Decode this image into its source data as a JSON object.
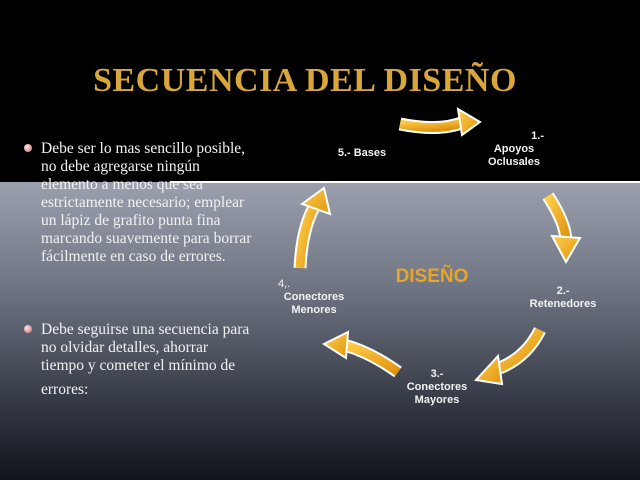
{
  "slide": {
    "title": "SECUENCIA DEL DISEÑO",
    "bullets": [
      {
        "text": "Debe ser lo mas sencillo posible, no debe agregarse ningún elemento a menos que sea estrictamente necesario; emplear un lápiz de grafito punta fina marcando suavemente para borrar fácilmente en caso de errores."
      },
      {
        "text": "Debe seguirse una secuencia para no olvidar detalles, ahorrar tiempo y cometer el mínimo de",
        "last_line": "errores:"
      }
    ]
  },
  "diagram": {
    "center": "DISEÑO",
    "arrow_color": "#f0a81c",
    "steps": [
      {
        "lines": [
          "1.-",
          "Apoyos",
          "Oclusales"
        ]
      },
      {
        "lines": [
          "2.-",
          "Retenedores"
        ]
      },
      {
        "lines": [
          "3.-",
          "Conectores",
          "Mayores"
        ]
      },
      {
        "lines": [
          "4,.",
          "Conectores",
          "Menores"
        ]
      },
      {
        "lines": [
          "5.- Bases"
        ]
      }
    ]
  },
  "colors": {
    "title": "#d8a63a",
    "text": "#f2f2f2",
    "center_label": "#e8a52a"
  }
}
